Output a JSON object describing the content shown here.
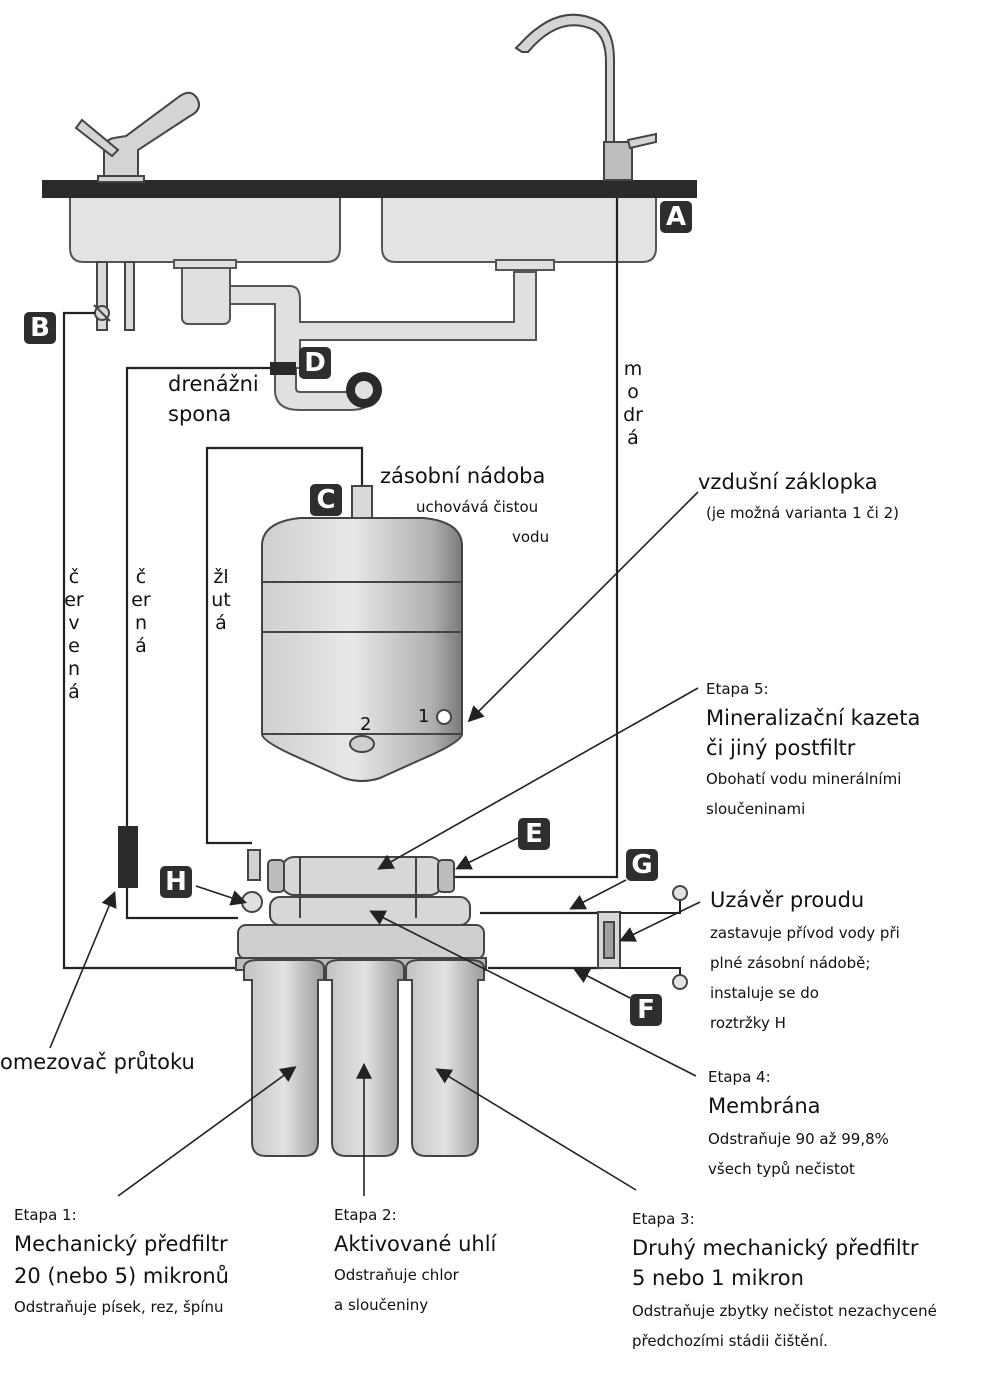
{
  "markers": {
    "A": "A",
    "B": "B",
    "C": "C",
    "D": "D",
    "E": "E",
    "F": "F",
    "G": "G",
    "H": "H"
  },
  "labels": {
    "drain_clamp_line1": "drenážni",
    "drain_clamp_line2": "spona",
    "tank_title": "zásobní nádoba",
    "tank_desc_line1": "uchovává čistou",
    "tank_desc_line2": "vodu",
    "air_valve_title": "vzdušní záklopka",
    "air_valve_desc": "(je možná varianta 1 či 2)",
    "tank_valve_1": "1",
    "tank_valve_2": "2",
    "flow_limiter": "omezovač průtoku"
  },
  "pipes": {
    "red": "červená",
    "black": "černá",
    "yellow": "žlutá",
    "blue": "modrá"
  },
  "stages": {
    "stage5": {
      "tag": "Etapa 5:",
      "title_line1": "Mineralizační kazeta",
      "title_line2": "či jiný postfiltr",
      "desc_line1": "Obohatí vodu minerálními",
      "desc_line2": "sloučeninami"
    },
    "shutoff": {
      "title": "Uzávěr proudu",
      "desc_line1": "zastavuje přívod vody při",
      "desc_line2": "plné zásobní nádobě;",
      "desc_line3": "instaluje se do",
      "desc_line4": "roztržky H"
    },
    "stage4": {
      "tag": "Etapa 4:",
      "title": "Membrána",
      "desc_line1": "Odstraňuje 90 až 99,8%",
      "desc_line2": "všech typů nečistot"
    },
    "stage1": {
      "tag": "Etapa 1:",
      "title_line1": "Mechanický předfiltr",
      "title_line2": "20 (nebo 5) mikronů",
      "desc": "Odstraňuje písek, rez, špínu"
    },
    "stage2": {
      "tag": "Etapa 2:",
      "title": "Aktivované uhlí",
      "desc_line1": "Odstraňuje chlor",
      "desc_line2": "a sloučeniny"
    },
    "stage3": {
      "tag": "Etapa 3:",
      "title_line1": "Druhý mechanický předfiltr",
      "title_line2": "5 nebo 1 mikron",
      "desc_line1": "Odstraňuje zbytky nečistot nezachycené",
      "desc_line2": "předchozími stádii čištění."
    }
  },
  "colors": {
    "line": "#222222",
    "fill_light": "#dcdcdc",
    "fill_mid": "#b9b9b9",
    "badge": "#2e2e2e"
  }
}
